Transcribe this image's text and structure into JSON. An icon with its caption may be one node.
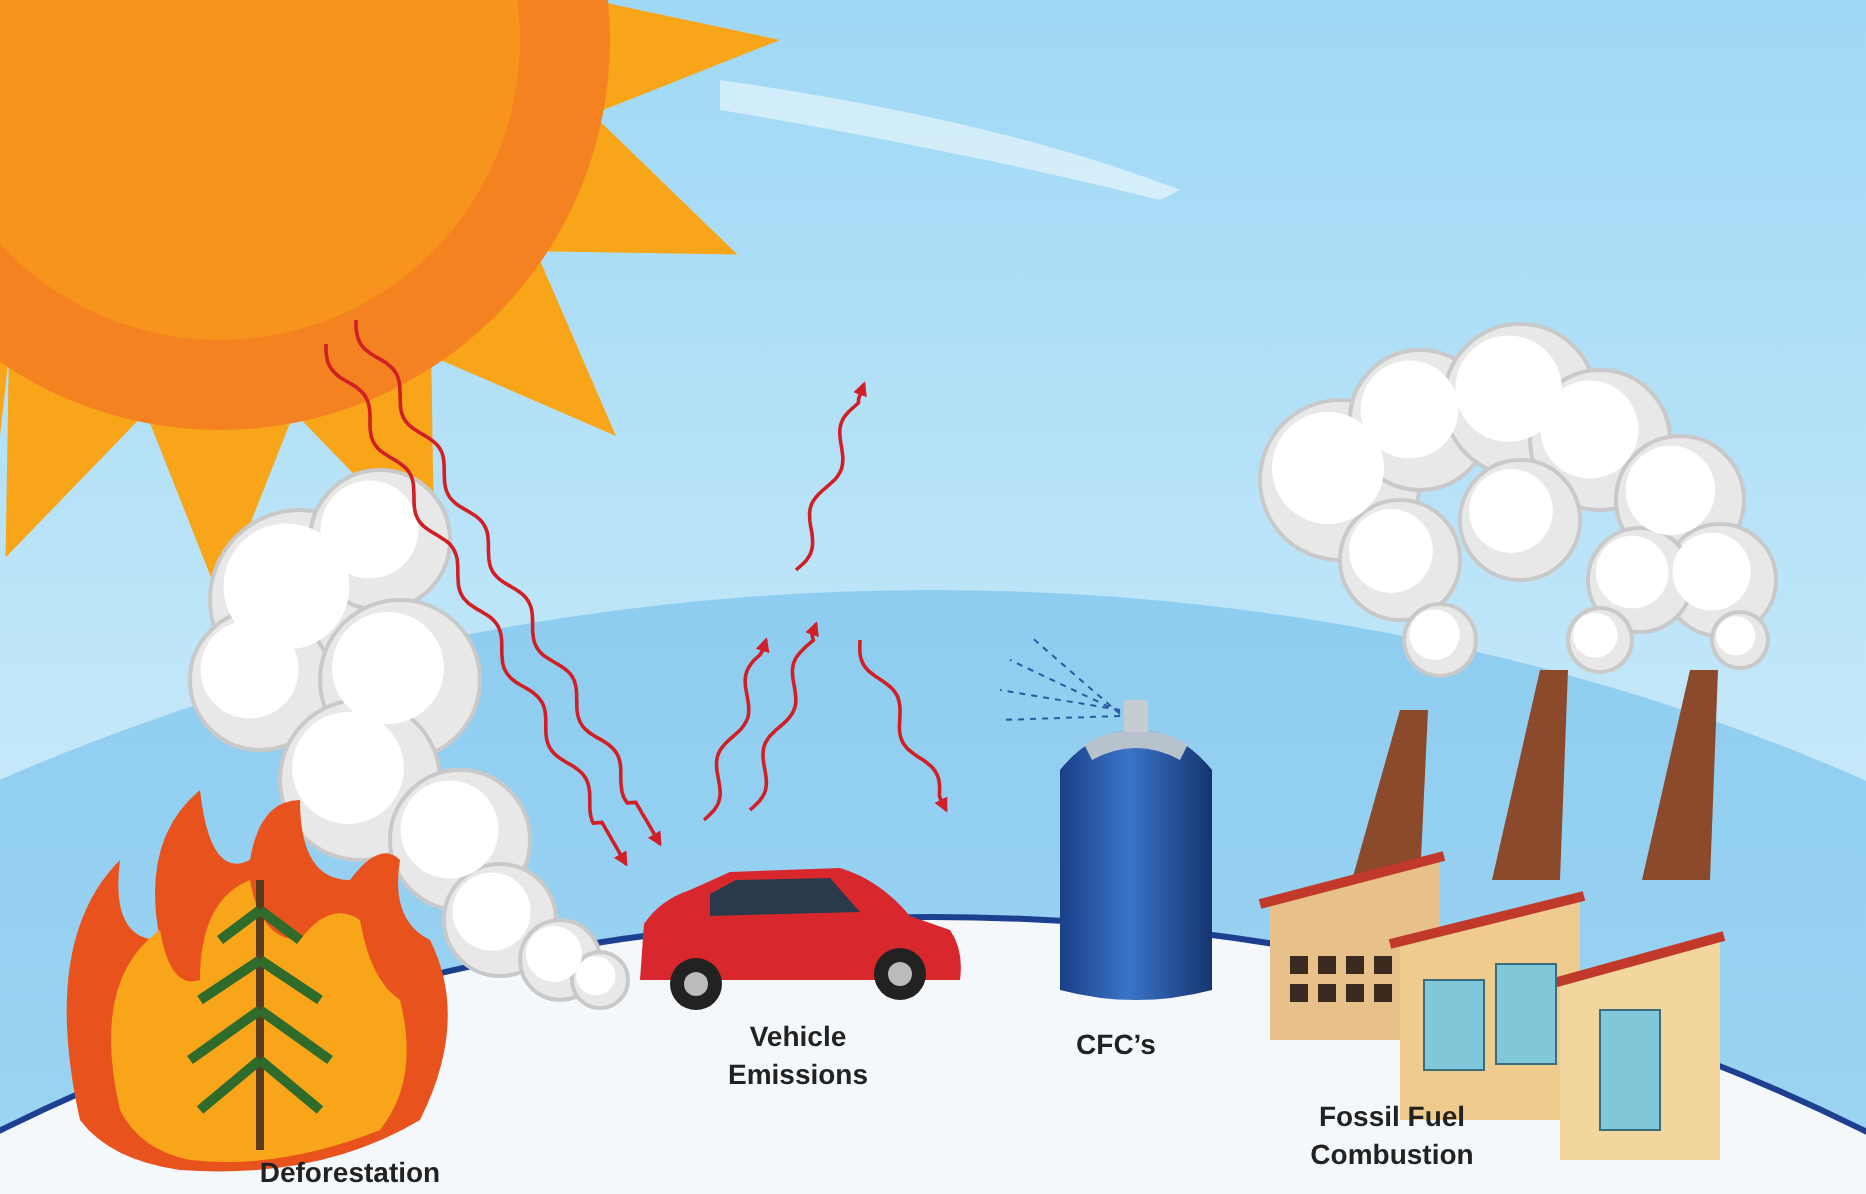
{
  "diagram": {
    "labels": [
      "Deforestation",
      "Vehicle Emissions",
      "CFC’s",
      "Fossil Fuel Combustion"
    ]
  }
}
